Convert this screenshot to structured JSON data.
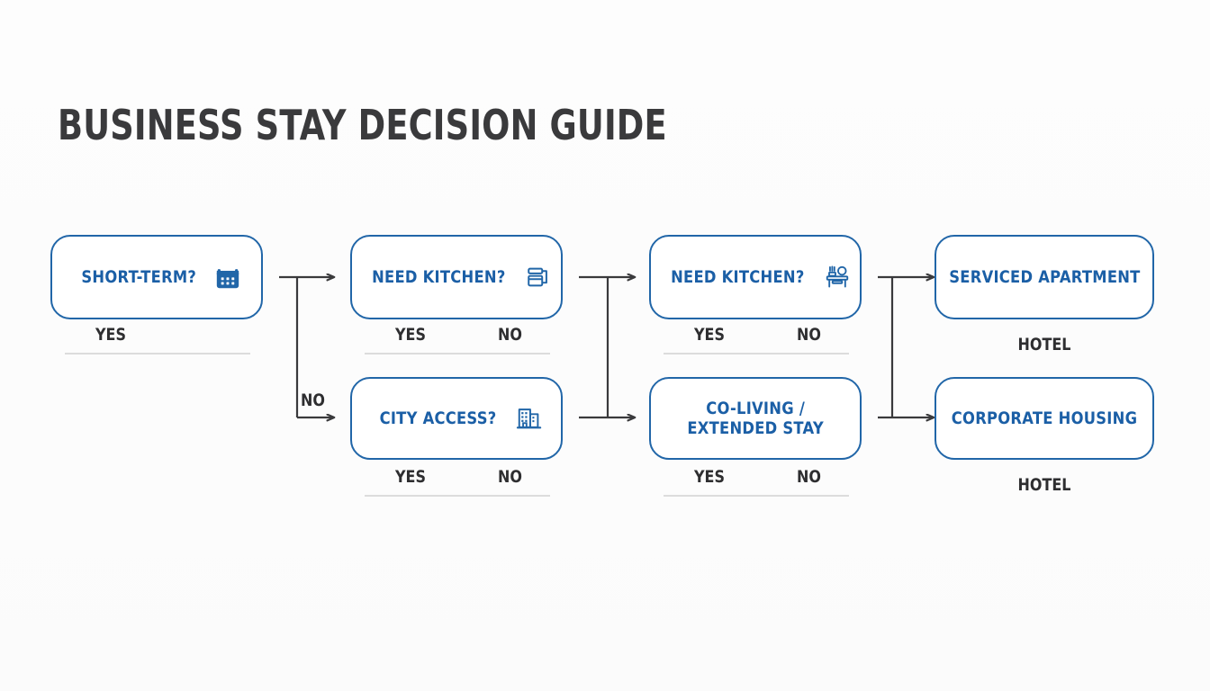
{
  "page": {
    "title": "BUSINESS STAY DECISION GUIDE",
    "background_color": "#fdfdfd",
    "accent_color": "#1b5fa6",
    "border_color": "#2166a8",
    "text_color": "#2e2e30",
    "rule_color": "#dcdcdc",
    "connector_color": "#3a3a3c"
  },
  "nodes": {
    "short_term": {
      "label": "SHORT-TERM?",
      "icon": "calendar-icon",
      "answers": [
        "YES"
      ]
    },
    "need_kitchen_1": {
      "label": "NEED KITCHEN?",
      "icon": "microwave-icon",
      "answers": [
        "YES",
        "NO"
      ]
    },
    "need_kitchen_2": {
      "label": "NEED KITCHEN?",
      "icon": "stove-counter-icon",
      "answers": [
        "YES",
        "NO"
      ]
    },
    "serviced_apartment": {
      "label": "SERVICED APARTMENT",
      "caption": "HOTEL"
    },
    "city_access": {
      "label": "CITY ACCESS?",
      "icon": "city-buildings-icon",
      "answers": [
        "YES",
        "NO"
      ]
    },
    "co_living": {
      "label_line1": "CO-LIVING /",
      "label_line2": "EXTENDED STAY",
      "answers": [
        "YES",
        "NO"
      ]
    },
    "corporate_housing": {
      "label": "CORPORATE HOUSING",
      "caption": "HOTEL"
    }
  },
  "connectors": {
    "branch_no_label": "NO"
  }
}
